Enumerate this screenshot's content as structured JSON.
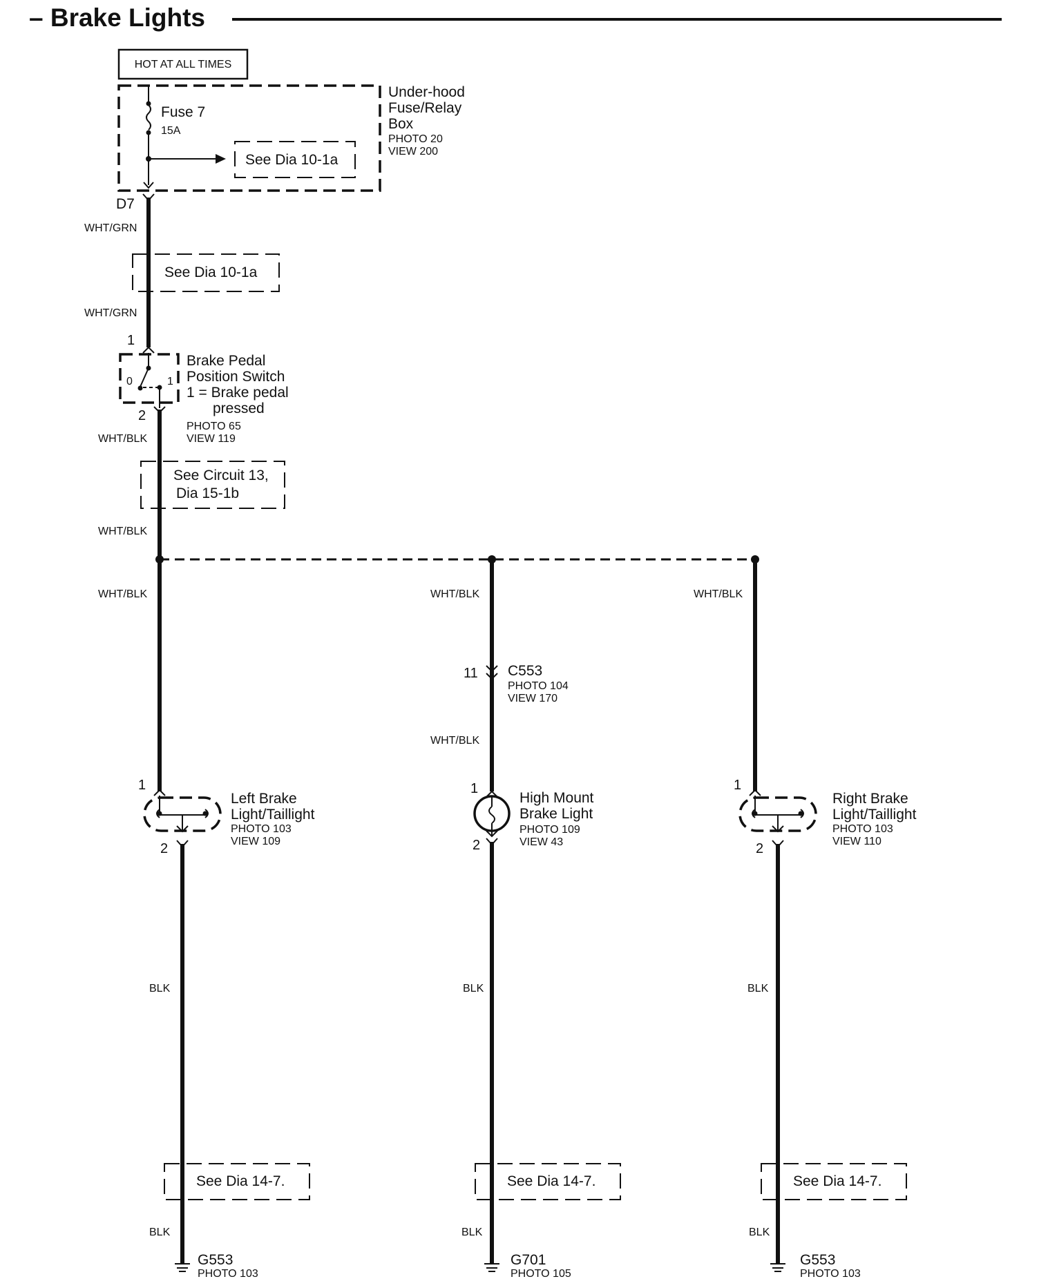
{
  "title": "– Brake Lights",
  "hot_label": "HOT AT ALL TIMES",
  "fuse_box": {
    "name_line1": "Under-hood",
    "name_line2": "Fuse/Relay",
    "name_line3": "Box",
    "photo": "PHOTO 20",
    "view": "VIEW 200",
    "fuse_label": "Fuse 7",
    "fuse_rating": "15A",
    "see_ref": "See Dia 10-1a",
    "connector": "D7"
  },
  "wire_upper_1": "WHT/GRN",
  "see_ref_2": "See Dia 10-1a",
  "wire_upper_2": "WHT/GRN",
  "switch": {
    "name_line1": "Brake Pedal",
    "name_line2": "Position Switch",
    "name_line3": "1 = Brake pedal",
    "name_line4": "pressed",
    "photo": "PHOTO 65",
    "view": "VIEW 119",
    "pin_top": "1",
    "pin_bottom": "2",
    "pos_0": "0",
    "pos_1": "1"
  },
  "wire_switch_out": "WHT/BLK",
  "see_circuit_line1": "See Circuit 13,",
  "see_circuit_line2": "Dia 15-1b",
  "wire_to_splice": "WHT/BLK",
  "branches": [
    {
      "wire_top": "WHT/BLK",
      "light_line1": "Left Brake",
      "light_line2": "Light/Taillight",
      "photo": "PHOTO 103",
      "view": "VIEW 109",
      "pin_top": "1",
      "pin_bottom": "2",
      "wire_ground": "BLK",
      "see_ref": "See Dia 14-7.",
      "wire_ground_2": "BLK",
      "ground": "G553",
      "ground_photo": "PHOTO 103"
    },
    {
      "wire_top": "WHT/BLK",
      "connector": "C553",
      "connector_pin": "11",
      "connector_photo": "PHOTO 104",
      "connector_view": "VIEW 170",
      "wire_mid": "WHT/BLK",
      "light_line1": "High Mount",
      "light_line2": "Brake Light",
      "photo": "PHOTO 109",
      "view": "VIEW 43",
      "pin_top": "1",
      "pin_bottom": "2",
      "wire_ground": "BLK",
      "see_ref": "See Dia 14-7.",
      "wire_ground_2": "BLK",
      "ground": "G701",
      "ground_photo": "PHOTO 105"
    },
    {
      "wire_top": "WHT/BLK",
      "light_line1": "Right Brake",
      "light_line2": "Light/Taillight",
      "photo": "PHOTO 103",
      "view": "VIEW 110",
      "pin_top": "1",
      "pin_bottom": "2",
      "wire_ground": "BLK",
      "see_ref": "See Dia 14-7.",
      "wire_ground_2": "BLK",
      "ground": "G553",
      "ground_photo": "PHOTO 103"
    }
  ]
}
